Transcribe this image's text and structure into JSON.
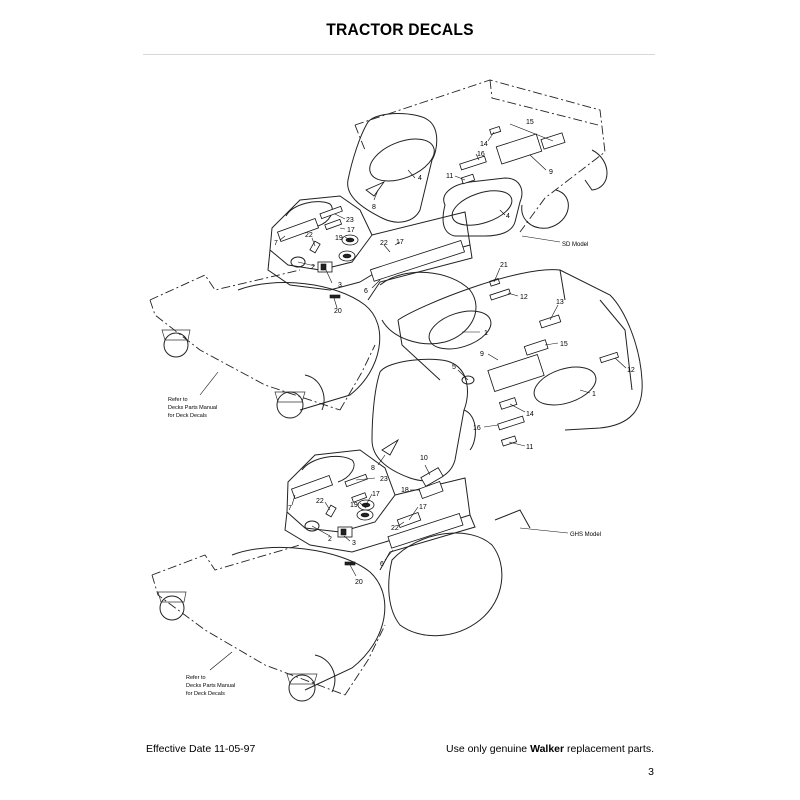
{
  "page": {
    "title": "TRACTOR DECALS",
    "footer_left": "Effective Date 11-05-97",
    "footer_right_prefix": "Use only genuine ",
    "footer_right_brand": "Walker",
    "footer_right_suffix": " replacement parts.",
    "page_number": "3"
  },
  "diagram": {
    "sd_model_label": "SD Model",
    "ghs_model_label": "GHS Model",
    "deck_note_lines": [
      "Refer to",
      "Decks Parts Manual",
      "for Deck Decals"
    ],
    "top_callouts": [
      "15",
      "14",
      "16",
      "9",
      "11",
      "4",
      "8",
      "4",
      "23",
      "17",
      "19",
      "22",
      "7",
      "22",
      "17",
      "2",
      "3",
      "6",
      "20",
      "21",
      "12"
    ],
    "bottom_callouts": [
      "13",
      "1",
      "15",
      "5",
      "9",
      "12",
      "1",
      "14",
      "16",
      "11",
      "10",
      "8",
      "23",
      "18",
      "17",
      "19",
      "22",
      "7",
      "17",
      "22",
      "2",
      "3",
      "6",
      "20"
    ]
  }
}
